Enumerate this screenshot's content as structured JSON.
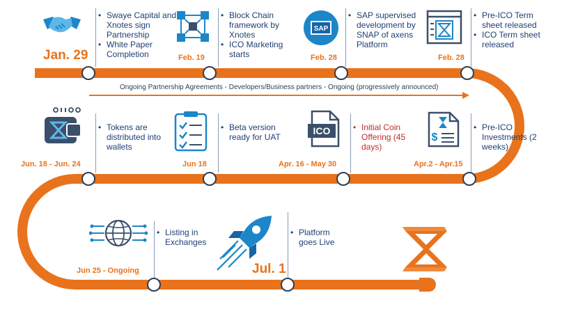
{
  "milestones": [
    {
      "date": "Jan. 29",
      "items": [
        "Swaye Capital and Xnotes sign Partnership",
        "White Paper Completion"
      ],
      "icon": "handshake-icon"
    },
    {
      "date": "Feb. 19",
      "items": [
        "Block Chain framework by Xnotes",
        "ICO Marketing starts"
      ],
      "icon": "blockchain-icon"
    },
    {
      "date": "Feb. 28",
      "items": [
        "SAP supervised development by SNAP of axens Platform"
      ],
      "icon": "sap-icon"
    },
    {
      "date": "Feb. 28",
      "items": [
        "Pre-ICO Term sheet released",
        "ICO Term sheet released"
      ],
      "icon": "term-sheet-icon"
    },
    {
      "date": "Apr.2 - Apr.15",
      "items": [
        "Pre-ICO Investments (2 weeks)"
      ],
      "icon": "investment-doc-icon"
    },
    {
      "date": "Apr. 16 - May 30",
      "items": [
        "Initial Coin Offering (45 days)"
      ],
      "icon": "ico-file-icon"
    },
    {
      "date": "Jun 18",
      "items": [
        "Beta version ready for UAT"
      ],
      "icon": "checklist-icon"
    },
    {
      "date": "Jun. 18 - Jun. 24",
      "items": [
        "Tokens are distributed into wallets"
      ],
      "icon": "wallet-icon"
    },
    {
      "date": "Jun 25 - Ongoing",
      "items": [
        "Listing in Exchanges"
      ],
      "icon": "globe-network-icon"
    },
    {
      "date": "Jul. 1",
      "items": [
        "Platform goes Live"
      ],
      "icon": "rocket-icon"
    }
  ],
  "ongoing_banner": "Ongoing Partnership Agreements - Developers/Business partners - Ongoing (progressively announced)",
  "colors": {
    "accent": "#e8731c",
    "navy": "#1f3f73",
    "icon_blue": "#1c86c8",
    "red": "#c62828"
  }
}
